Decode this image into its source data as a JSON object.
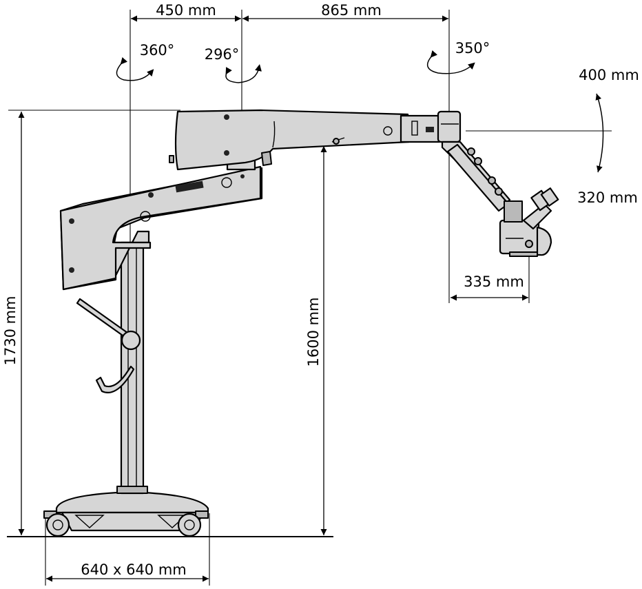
{
  "title": "",
  "dimensions": {
    "arm_span_inner": "450 mm",
    "arm_span_outer": "865 mm",
    "height_total": "1730 mm",
    "height_arm": "1600 mm",
    "optics_offset": "335 mm",
    "base_footprint": "640 x 640 mm",
    "tilt_up": "400 mm",
    "tilt_down": "320 mm"
  },
  "rotations": {
    "column_joint": "360°",
    "arm_joint": "296°",
    "head_joint": "350°"
  },
  "icons": {
    "rotation_column": "rotation-arrow-icon",
    "rotation_arm": "rotation-arrow-icon",
    "rotation_head": "rotation-arrow-icon",
    "tilt": "tilt-arc-icon"
  },
  "colors": {
    "device_fill": "#d6d6d6",
    "device_outline": "#000000",
    "background": "#ffffff"
  }
}
